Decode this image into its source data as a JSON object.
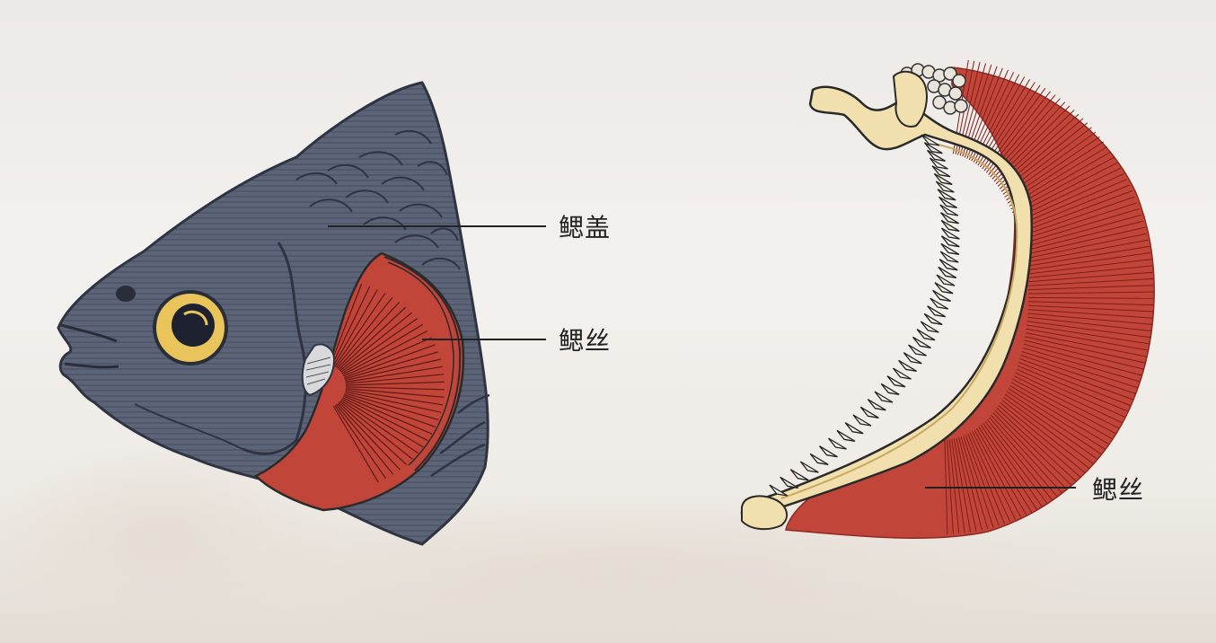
{
  "labels": {
    "operculum": "鳃盖",
    "gill_filament_fish": "鳃丝",
    "gill_filament_arch": "鳃丝"
  },
  "colors": {
    "fish_body": "#5b6479",
    "fish_dark": "#3d4456",
    "gill_red": "#c2453a",
    "eye_yellow": "#e8c45a",
    "arch_cream": "#f1dfae",
    "background": "#efebe6"
  },
  "icons": [
    "fish-head-illustration",
    "gill-arch-illustration"
  ]
}
